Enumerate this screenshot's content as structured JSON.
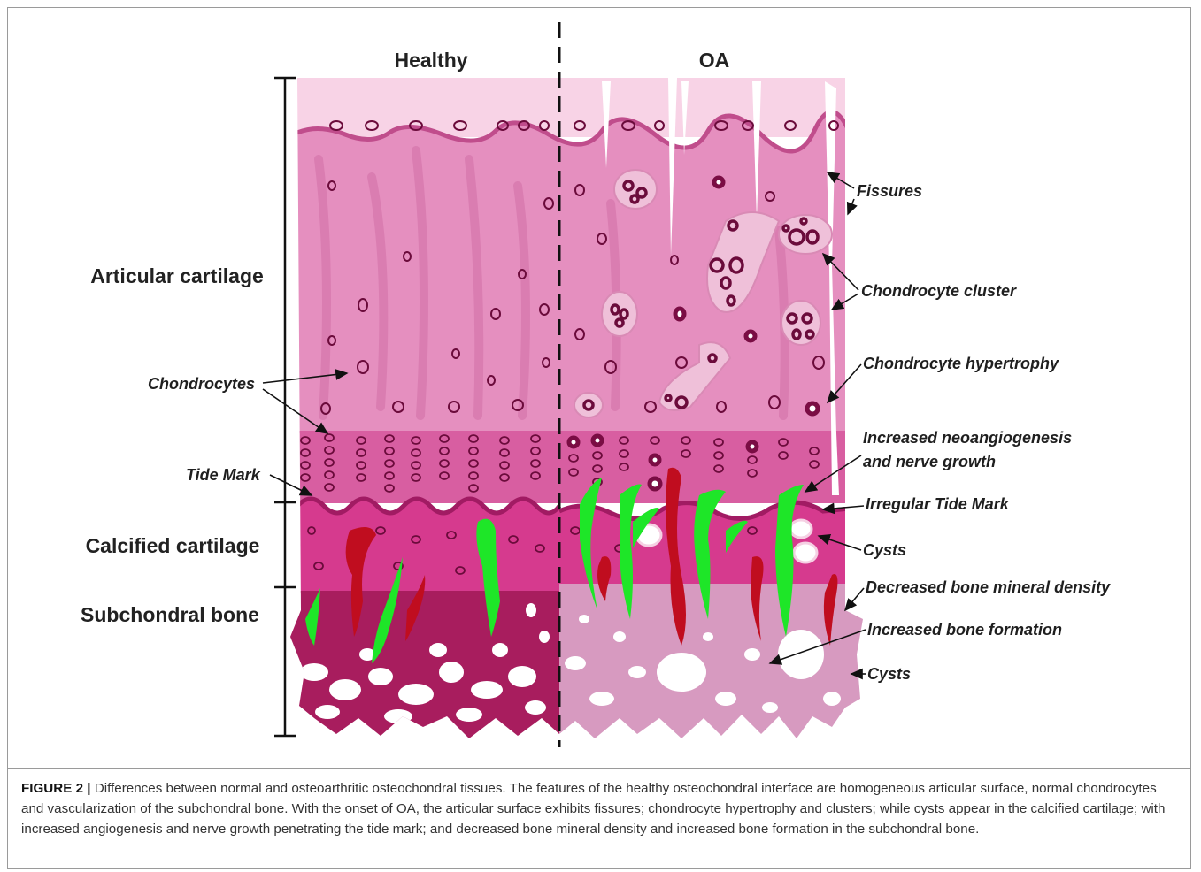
{
  "figure": {
    "column_headers": {
      "healthy": "Healthy",
      "oa": "OA"
    },
    "zone_labels": {
      "articular": "Articular cartilage",
      "calcified": "Calcified cartilage",
      "subchondral": "Subchondral bone"
    },
    "healthy_annotations": {
      "chondrocytes": "Chondrocytes",
      "tide_mark": "Tide Mark"
    },
    "oa_annotations": {
      "fissures": "Fissures",
      "chondrocyte_cluster": "Chondrocyte cluster",
      "chondrocyte_hypertrophy": "Chondrocyte hypertrophy",
      "neoangiogenesis_line1": "Increased neoangiogenesis",
      "neoangiogenesis_line2": "and nerve growth",
      "irregular_tide_mark": "Irregular Tide Mark",
      "cysts_calcified": "Cysts",
      "decreased_bmd": "Decreased bone mineral density",
      "increased_bone_formation": "Increased bone formation",
      "cysts_bone": "Cysts"
    },
    "colors": {
      "superficial": "#f8d3e6",
      "articular": "#e58fbf",
      "deep": "#d85ea1",
      "calcified": "#d63a8e",
      "bone_healthy": "#a81d5e",
      "bone_oa": "#d79ac0",
      "vessel": "#c00d1f",
      "nerve": "#1ee628",
      "cell_outline": "#6b0b3b"
    }
  },
  "caption": {
    "label": "FIGURE 2 |",
    "text": "Differences between normal and osteoarthritic osteochondral tissues. The features of the healthy osteochondral interface are homogeneous articular surface, normal chondrocytes and vascularization of the subchondral bone. With the onset of OA, the articular surface exhibits fissures; chondrocyte hypertrophy and clusters; while cysts appear in the calcified cartilage; with increased angiogenesis and nerve growth penetrating the tide mark; and decreased bone mineral density and increased bone formation in the subchondral bone."
  }
}
